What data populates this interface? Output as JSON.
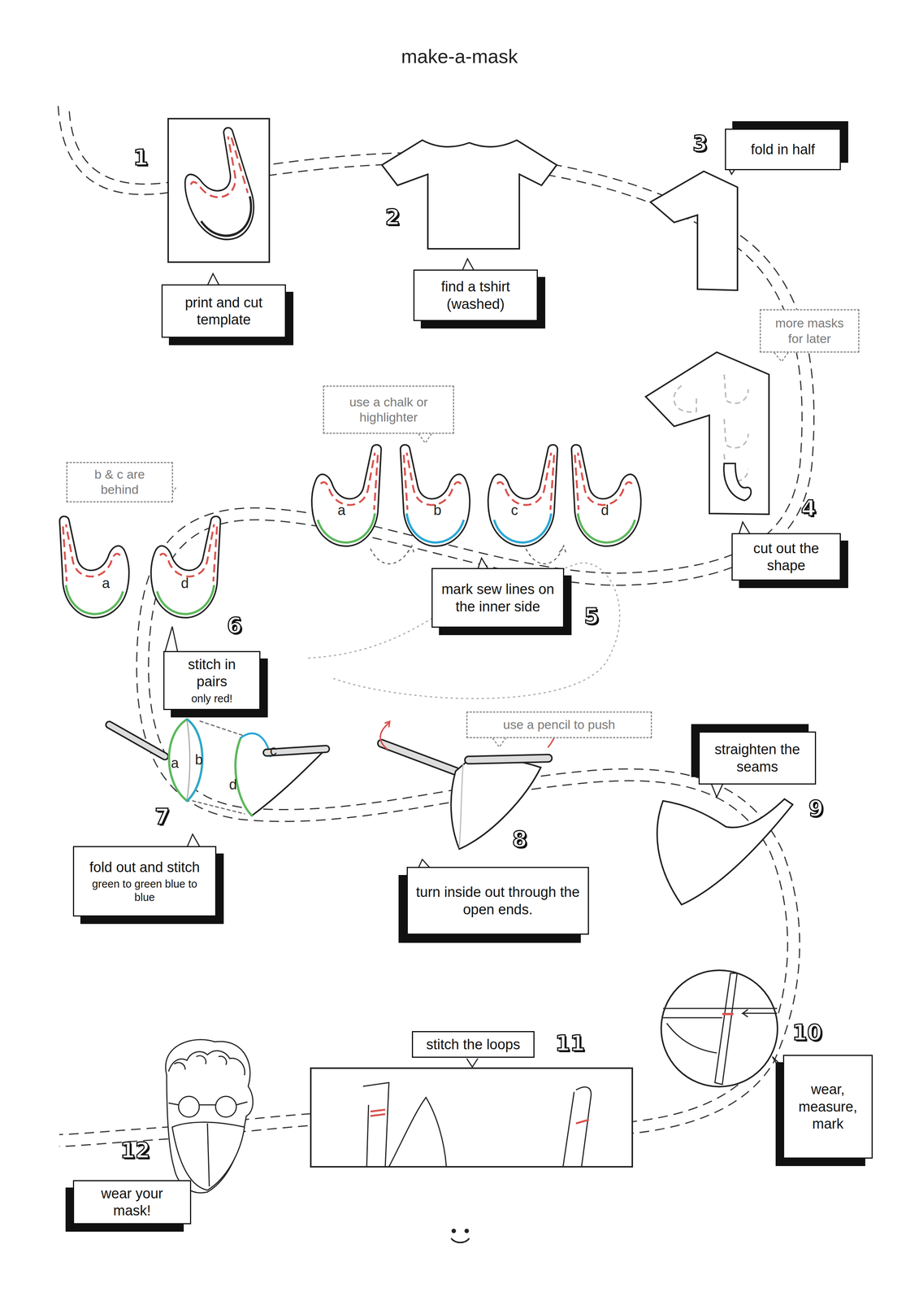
{
  "diagram": {
    "title": "make-a-mask",
    "nodes": [
      {
        "text": [
          "print and cut template"
        ]
      },
      {
        "text": [
          "find a tshirt (washed)"
        ]
      },
      {
        "text": [
          "fold in half"
        ]
      },
      {
        "text": [
          "more masks for later"
        ]
      },
      {
        "text": [
          "cut out the shape"
        ]
      },
      {
        "text": [
          "use a chalk or highlighter"
        ]
      },
      {
        "text": [
          "mark sew lines on the inner side"
        ]
      },
      {
        "text": [
          "b & c are  behind"
        ]
      },
      {
        "text": [
          "stitch in pairs",
          "only red!"
        ]
      },
      {
        "text": [
          "fold out and stitch",
          "green to green blue to blue"
        ]
      },
      {
        "text": [
          "use a pencil to push"
        ]
      },
      {
        "text": [
          "turn inside out through the open ends."
        ]
      },
      {
        "text": [
          "straighten the seams"
        ]
      },
      {
        "text": [
          "wear, measure, mark"
        ]
      },
      {
        "text": [
          "stitch the loops"
        ]
      },
      {
        "text": [
          "wear your mask!"
        ]
      }
    ],
    "labels": [
      "1",
      "2",
      "3",
      "4",
      "5",
      "6",
      "7",
      "8",
      "9",
      "10",
      "11",
      "12",
      "a",
      "b",
      "c",
      "d",
      "a",
      "d",
      "a",
      "b",
      "c",
      "d"
    ]
  }
}
